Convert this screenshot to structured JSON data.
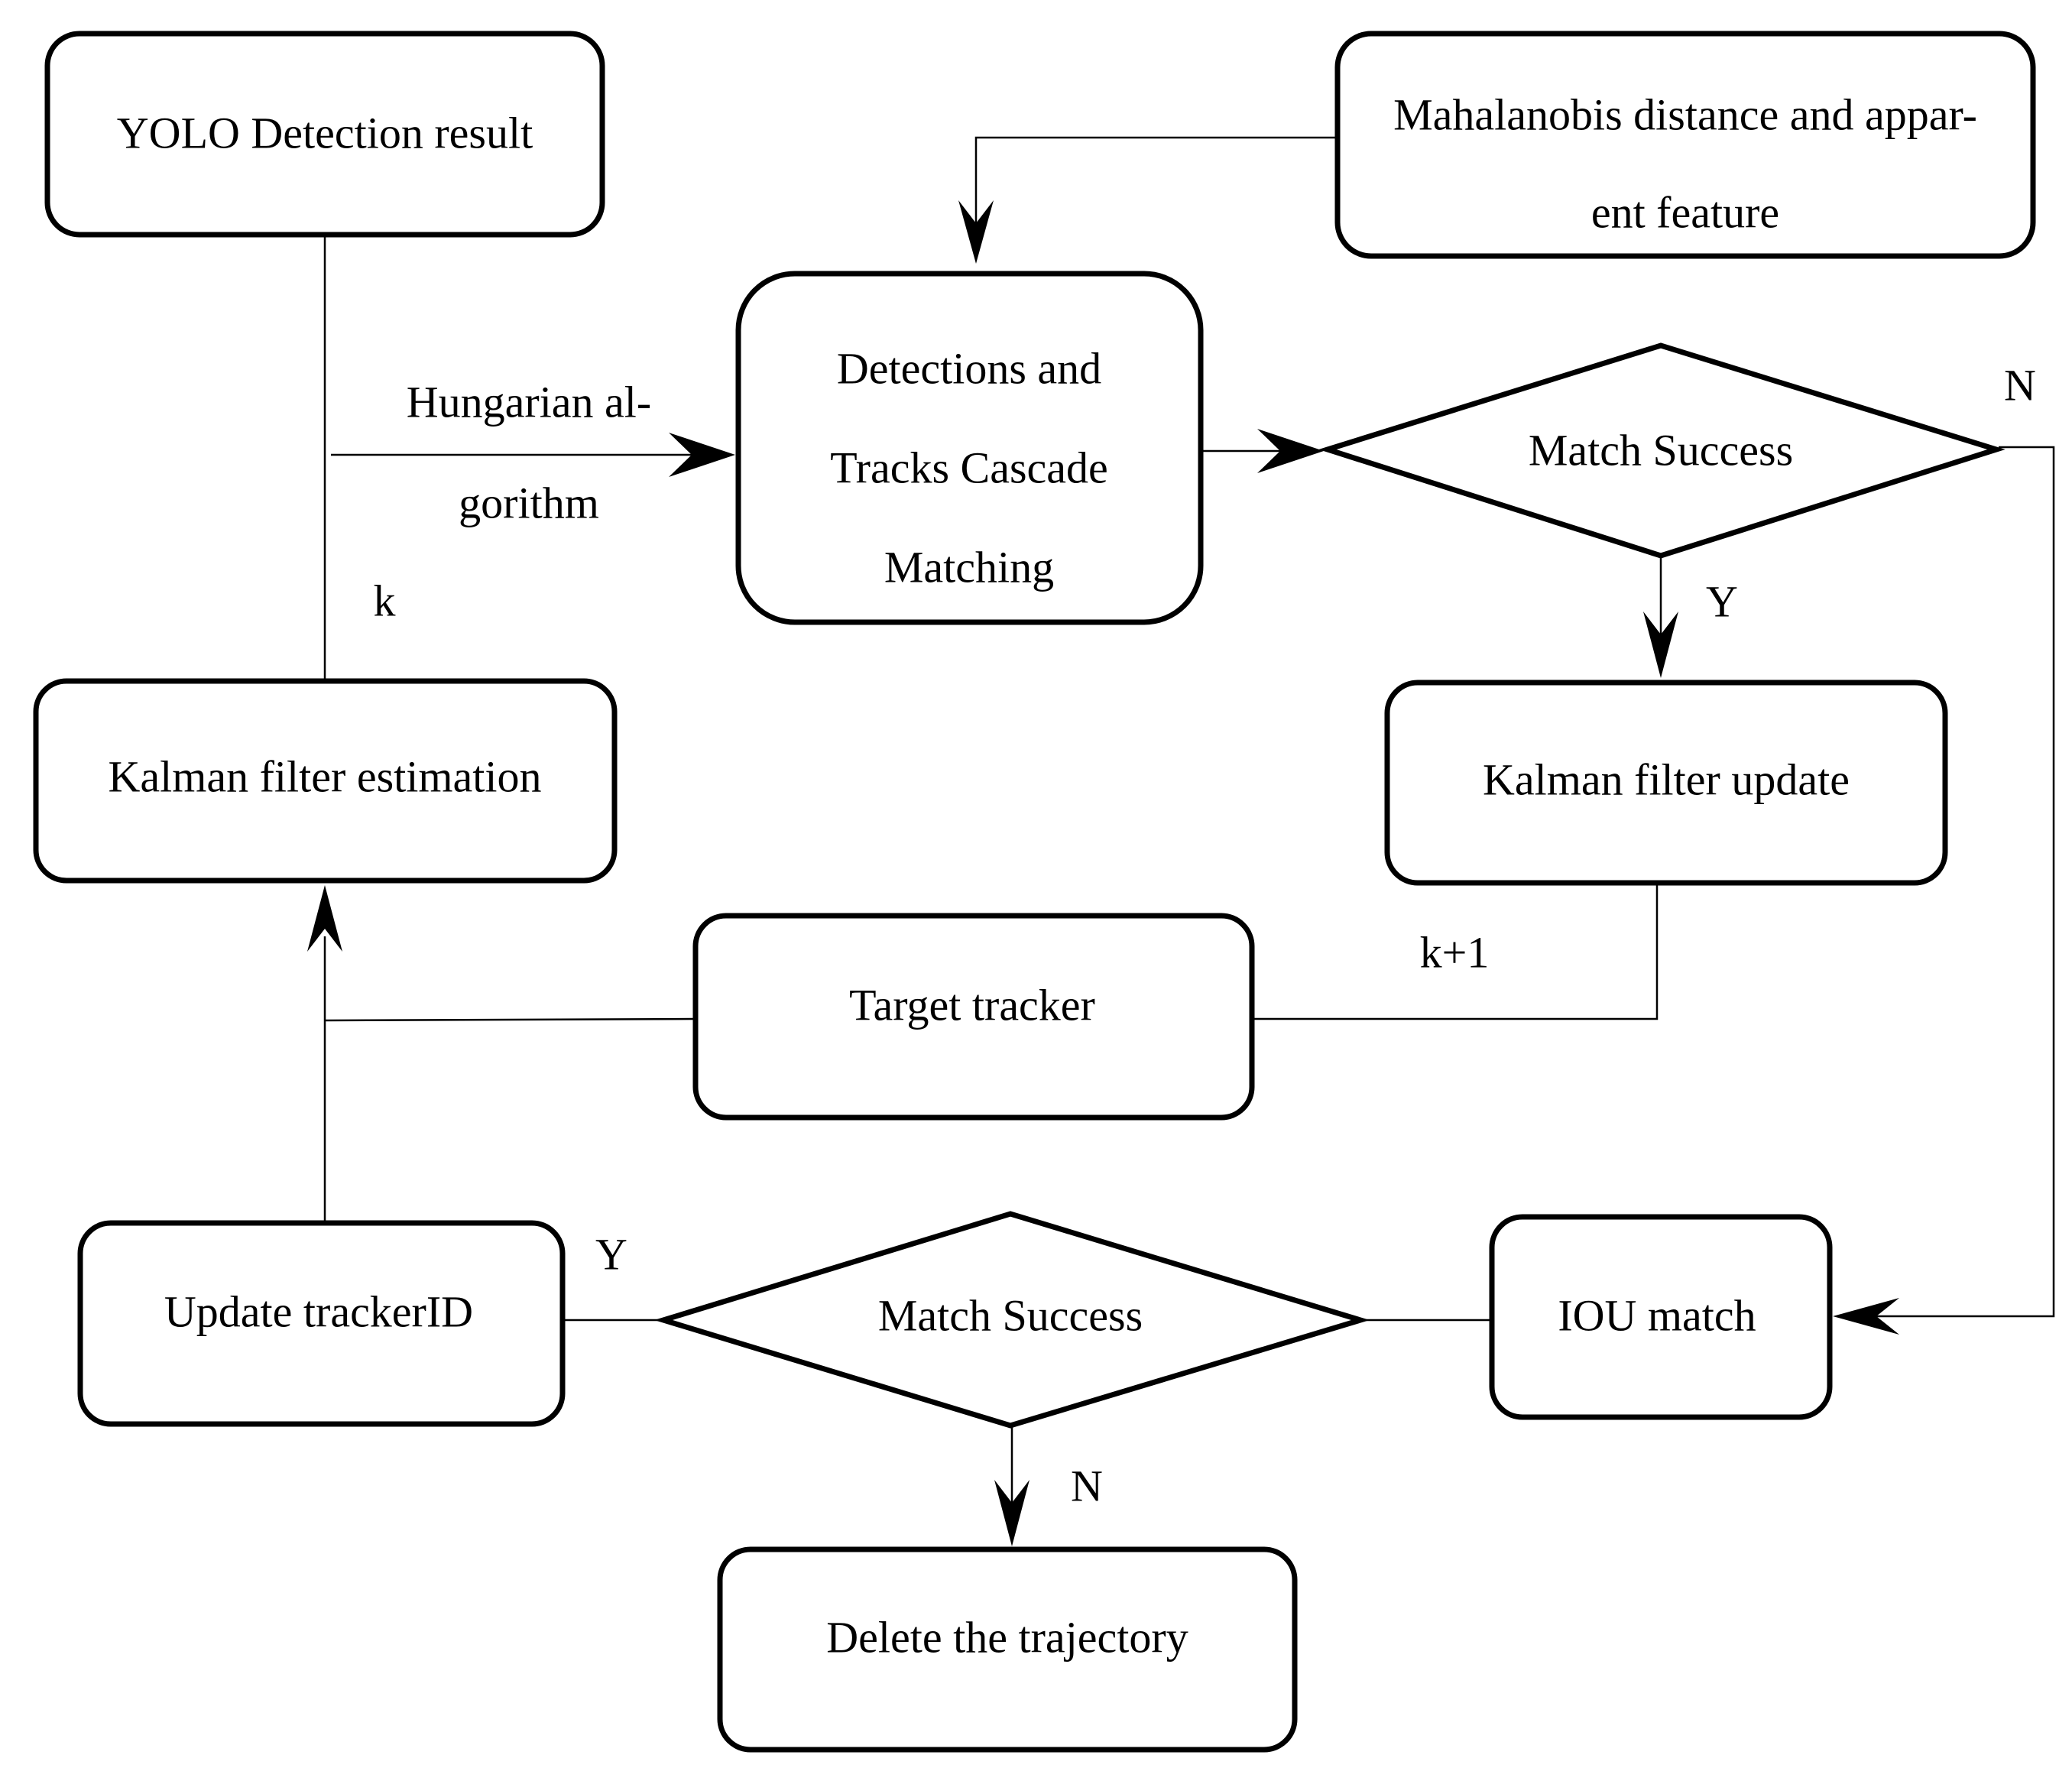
{
  "nodes": {
    "yolo": {
      "lines": [
        "YOLO Detection result"
      ]
    },
    "mahal": {
      "lines": [
        "Mahalanobis distance and appar-",
        "ent feature"
      ]
    },
    "cascade": {
      "lines": [
        "Detections and",
        "Tracks Cascade",
        "Matching"
      ]
    },
    "match1": {
      "lines": [
        "Match Success"
      ]
    },
    "kfu": {
      "lines": [
        "Kalman filter update"
      ]
    },
    "kfe": {
      "lines": [
        "Kalman filter estimation"
      ]
    },
    "tracker": {
      "lines": [
        "Target tracker"
      ]
    },
    "update_id": {
      "lines": [
        "Update trackerID"
      ]
    },
    "match2": {
      "lines": [
        "Match Success"
      ]
    },
    "iou": {
      "lines": [
        "IOU match"
      ]
    },
    "delete": {
      "lines": [
        "Delete the trajectory"
      ]
    }
  },
  "edge_labels": {
    "hungarian": [
      "Hungarian al-",
      "gorithm"
    ],
    "k": "k",
    "k_plus_1": "k+1",
    "match1_no": "N",
    "match1_yes": "Y",
    "match2_yes": "Y",
    "match2_no": "N"
  }
}
